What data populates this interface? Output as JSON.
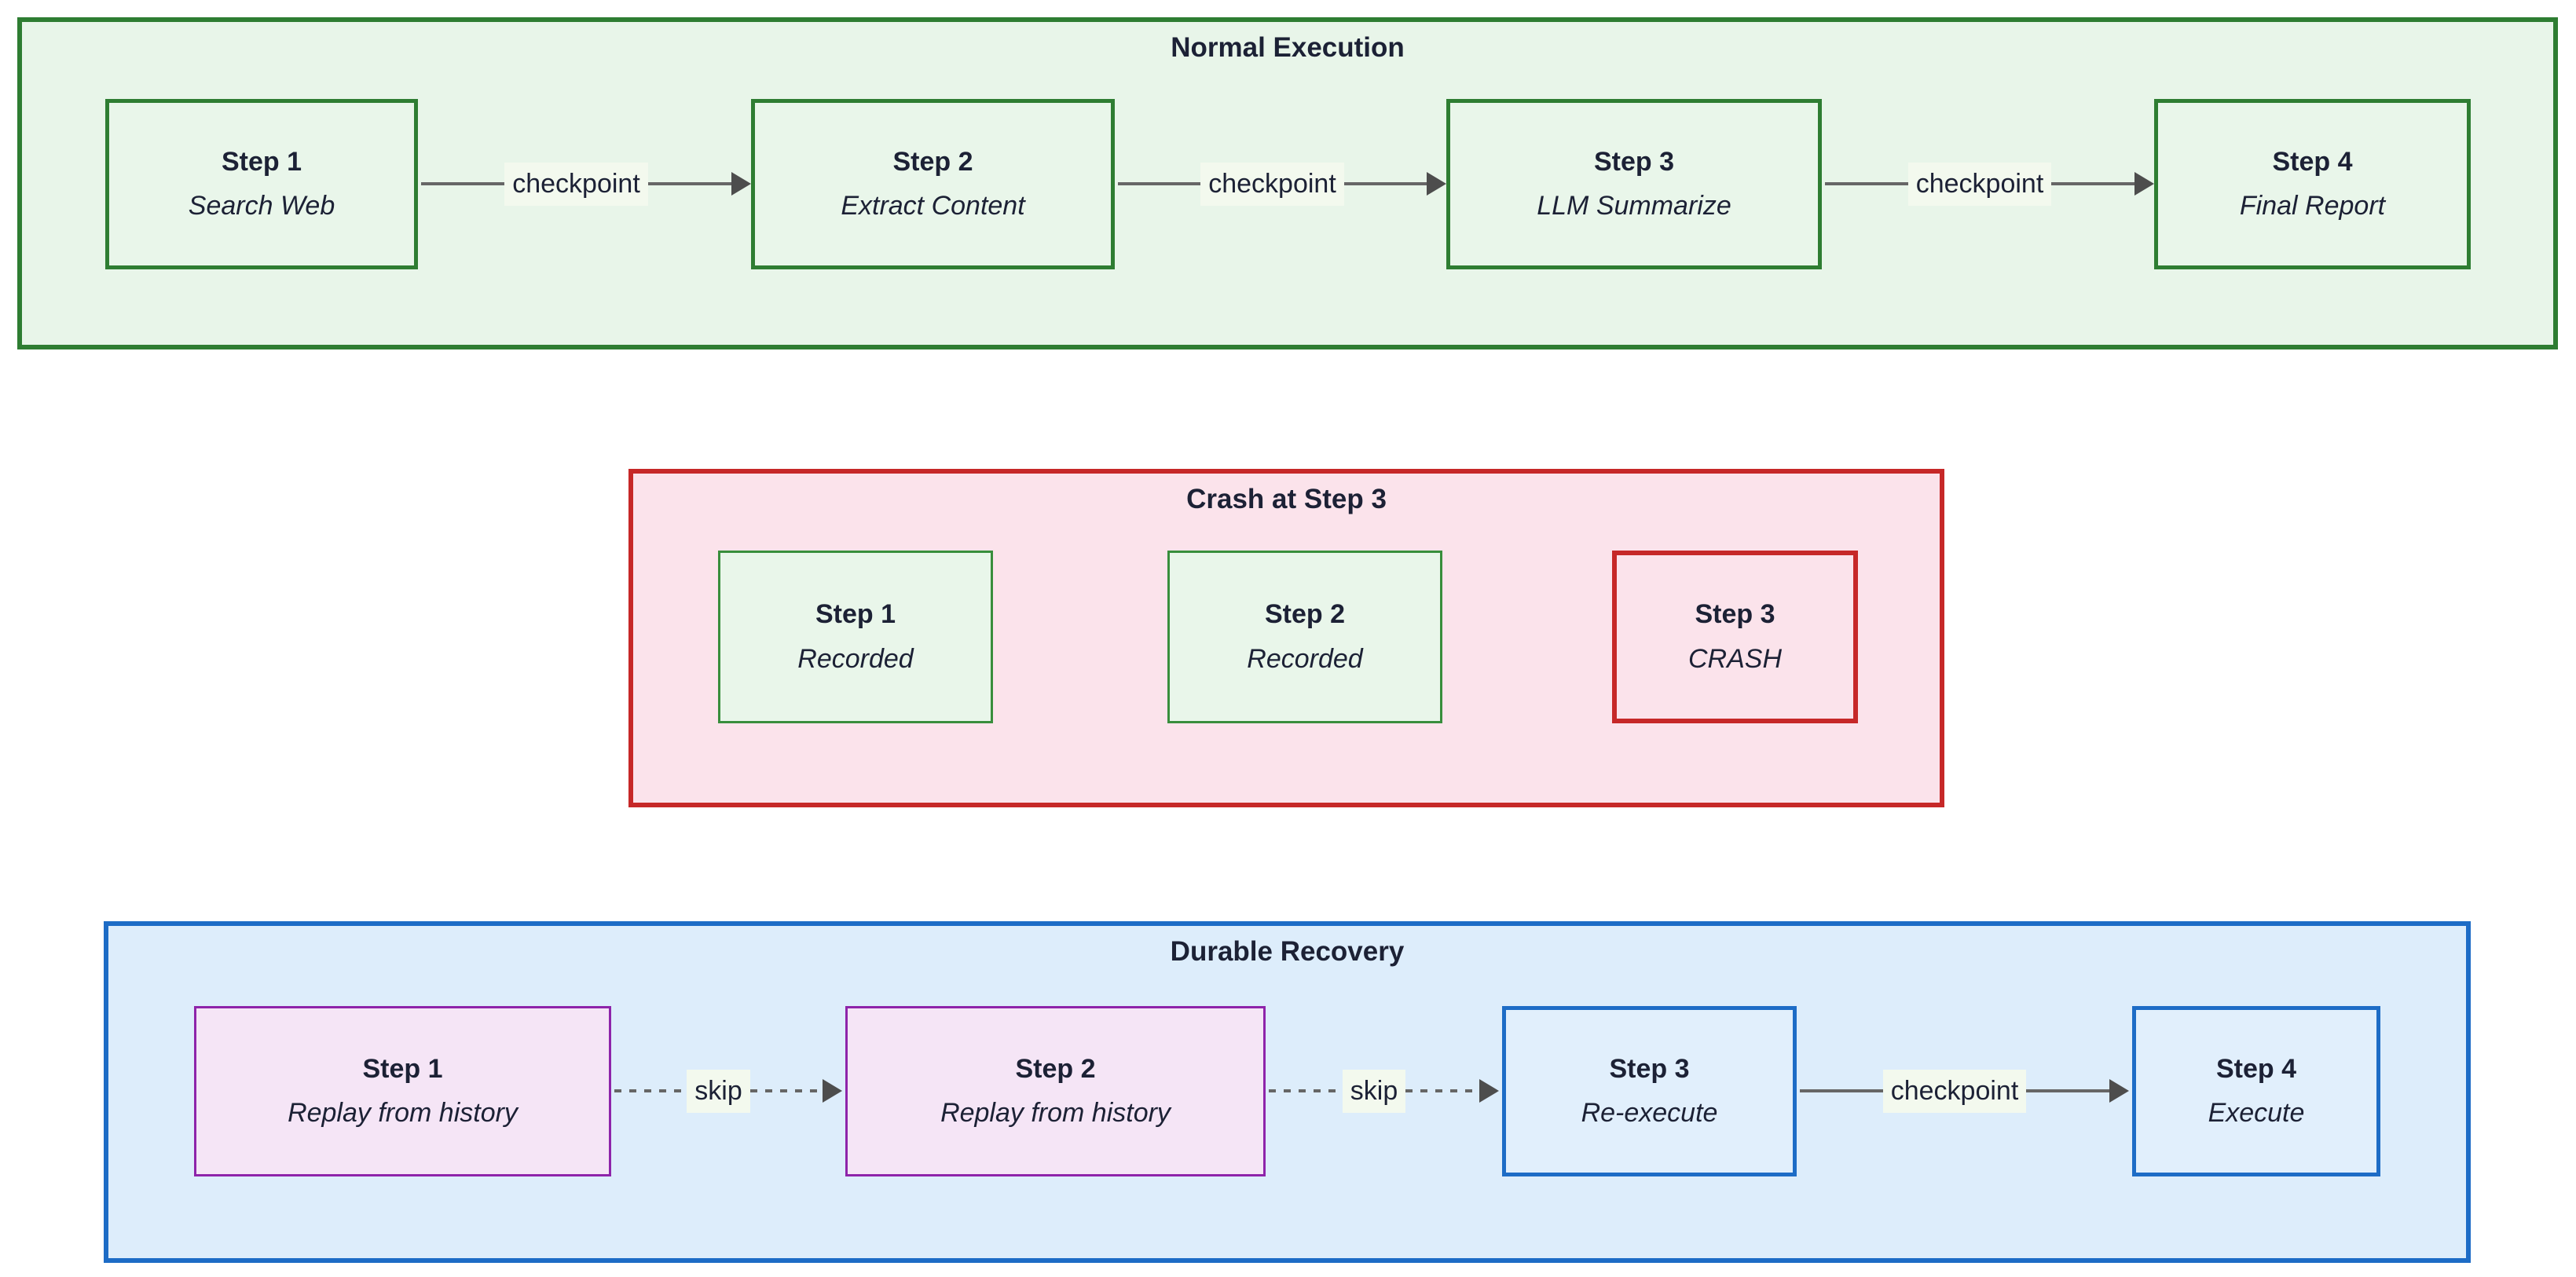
{
  "colors": {
    "text": "#1c2135",
    "line": "#666666",
    "arrowhead": "#4d4d4d",
    "edge_label_bg": "#f3f9ee",
    "green_border": "#2e7d32",
    "green_fill": "#e8f5e9",
    "green_node_fill": "#e9f6ea",
    "green_thin_border": "#388e3c",
    "red_border": "#c62828",
    "red_fill": "#fbe3eb",
    "blue_border": "#1d6cc6",
    "blue_fill": "#ddedfb",
    "blue_node_fill": "#e1effc",
    "purple_border": "#8e24aa",
    "purple_fill": "#f5e5f6"
  },
  "sections": [
    {
      "title": "Normal Execution",
      "nodes": [
        {
          "title": "Step 1",
          "subtitle": "Search Web"
        },
        {
          "title": "Step 2",
          "subtitle": "Extract Content"
        },
        {
          "title": "Step 3",
          "subtitle": "LLM Summarize"
        },
        {
          "title": "Step 4",
          "subtitle": "Final Report"
        }
      ],
      "edges": [
        {
          "label": "checkpoint",
          "style": "solid"
        },
        {
          "label": "checkpoint",
          "style": "solid"
        },
        {
          "label": "checkpoint",
          "style": "solid"
        }
      ]
    },
    {
      "title": "Crash at Step 3",
      "nodes": [
        {
          "title": "Step 1",
          "subtitle": "Recorded"
        },
        {
          "title": "Step 2",
          "subtitle": "Recorded"
        },
        {
          "title": "Step 3",
          "subtitle": "CRASH"
        }
      ],
      "edges": []
    },
    {
      "title": "Durable Recovery",
      "nodes": [
        {
          "title": "Step 1",
          "subtitle": "Replay from history"
        },
        {
          "title": "Step 2",
          "subtitle": "Replay from history"
        },
        {
          "title": "Step 3",
          "subtitle": "Re-execute"
        },
        {
          "title": "Step 4",
          "subtitle": "Execute"
        }
      ],
      "edges": [
        {
          "label": "skip",
          "style": "dashed"
        },
        {
          "label": "skip",
          "style": "dashed"
        },
        {
          "label": "checkpoint",
          "style": "solid"
        }
      ]
    }
  ]
}
